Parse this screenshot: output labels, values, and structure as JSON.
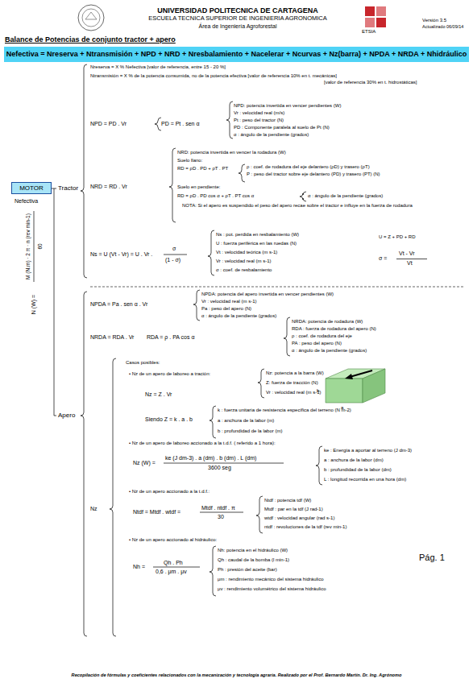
{
  "diagram": {
    "title": "Balance de Potencias de conjunto tractor + apero",
    "caption": "Recopilación de fórmulas y coeficientes relacionados con la mecanización y tecnología agraria. Realizado por el Prof. Bernardo Martín. Dr. Ing. Agrónomo",
    "nodes": [
      {
        "text": [
          "Nefectiva = Nreserva + Ntransmisión + NPD + NRD + Nresbalamiento + Nacelerar + Ncurvas + Nz(barra) + NPDA + NRDA + Nhidráulico"
        ]
      },
      {
        "text": [
          "MOTOR"
        ]
      }
    ],
    "labels": [
      "UNIVERSIDAD POLITECNICA DE CARTAGENA",
      "ESCUELA TECNICA SUPERIOR DE INGENIERIA AGRONOMICA",
      "Área de Ingeniería Agroforestal",
      "ETSIA",
      "Versión 3.5",
      "Actualizado 06/09/14",
      "Nefectiva",
      "N (W) =",
      "M (N.m) · 2 π · n (rev min-1)",
      "60",
      "Tractor",
      "Apero",
      "Nreserva = X % Nefectiva [valor de referencia, entre 15 - 20 %]",
      "Ntransmisión = X % de la potencia consumida, no de la potencia efectiva [valor de referencia 10% en t. mecánicas]",
      "[valor de referencia 30% en t. hidrostáticas]",
      "NPD = PD . Vr",
      "PD = Pt . sen α",
      "NPD: potencia invertida en vencer pendientes (W)",
      "Vr : velocidad real (m/s)",
      "Pt : peso del tractor (N)",
      "PD : Componente paralela al suelo de Pt (N)",
      "α : ángulo de la pendiente (grados)",
      "NRD = RD . Vr",
      "NRD: potencia invertida en vencer la rodadura (W)",
      "Suelo llano:",
      "RD = ρD . PD + ρT . PT",
      "ρ : coef. de rodadura del eje delantero (ρD) y trasero (ρT)",
      "P : peso del tractor sobre eje delantero (PD) y trasero (PT) (N)",
      "Suelo en pendiente:",
      "RD = ρD . PD cos α + ρT . PT cos α",
      "α : ángulo de la pendiente (grados)",
      "NOTA: Si el apero es suspendido el peso del apero recae sobre el tractor e influye en la fuerza de rodadura",
      "Ns = U (Vt - Vr) = U . Vr .",
      "σ",
      "(1 - σ)",
      "Ns : pot. perdida en resbalamiento (W)",
      "U : fuerza periférica en las ruedas (N)",
      "Vt : velocidad teórica (m s-1)",
      "Vr : velocidad real (m s-1)",
      "σ : coef. de resbalamiento",
      "U = Z + PD + RD",
      "σ =",
      "Vt - Vr",
      "Vt",
      "NPDA = Pa . sen α . Vr",
      "NPDA: potencia del apero invertida en vencer pendientes (W)",
      "Vr : velocidad real (m s-1)",
      "Pa : peso del apero (N)",
      "α : ángulo de la pendiente (grados)",
      "NRDA = RDA . Vr",
      "RDA = ρ . PA cos α",
      "NRDA: potencia de rodadura (W)",
      "RDA : fuerza de rodadura del apero (N)",
      "ρ : coef. de rodadura del eje",
      "PA : peso del apero (N)",
      "α : ángulo de la pendiente (grados)",
      "Nz",
      "Casos posibles:",
      "• Nz de un apero de laboreo a tración:",
      "Nz = Z . Vr",
      "Nz: potencia a la barra (W)",
      "Z: fuerza de tracción (N)",
      "Vr : velocidad real (m s-1)",
      "b",
      "a",
      "Siendo Z = k . a . b",
      "k : fuerza unitaria de resistencia específica del terreno (N m-2)",
      "a : anchura de la labor (m)",
      "b : profundidad de la labor (m)",
      "• Nz de un apero de laboreo accionado a la t.d.f. ( referido a 1 hora):",
      "Nz (W) =",
      "ke (J dm-3) . a (dm) . b (dm) . L (dm)",
      "3600 seg",
      "ke : Energía a aportar al terreno (J dm-3)",
      "a : anchura de la labor (dm)",
      "b : profundidad de la labor (dm)",
      "L : longitud recorrida en una hora (dm)",
      "• Nz de un apero accionado a la t.d.f.:",
      "Ntdf = Mtdf . wtdf =",
      "Mtdf . ntdf . π",
      "30",
      "Ntdf : potencia tdf (W)",
      "Mtdf : par en la tdf (J rad-1)",
      "wtdf : velocidad angular (rad s-1)",
      "ntdf : revoluciones de la tdf (rev min-1)",
      "• Nz de un apero accionado al hidráulico:",
      "Nh =",
      "Qh . Ph",
      "0,6 . μm . μv",
      "Nh: potencia en el hidráulico (W)",
      "Qh : caudal de la bomba (l min-1)",
      "Ph : presión del aceite (bar)",
      "μm : rendimiento mecánico del sistema hidráulico",
      "μv : rendimiento volumétrico del sistema hidráulico",
      "Pág. 1"
    ]
  }
}
